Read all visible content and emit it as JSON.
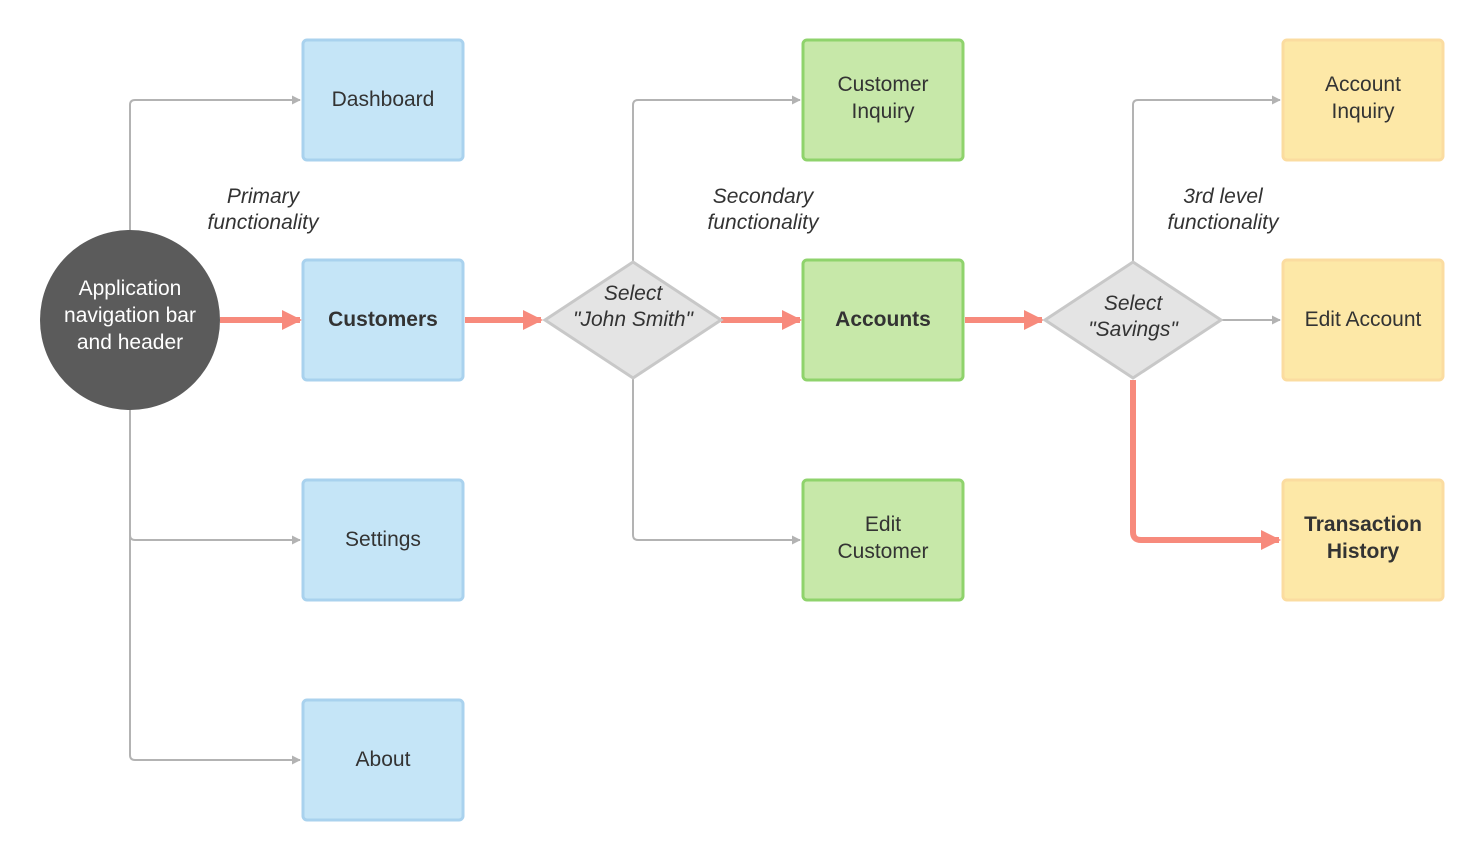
{
  "colors": {
    "primary_fill": "#c5e5f7",
    "secondary_fill": "#c7e8a9",
    "tertiary_fill": "#fde8a7",
    "decision_fill": "#e4e4e4",
    "hub_fill": "#5b5b5b",
    "highlight_path": "#f78a7c",
    "connector": "#b3b3b3"
  },
  "hub": {
    "lines": [
      "Application",
      "navigation bar",
      "and header"
    ]
  },
  "primary": {
    "label_lines": [
      "Primary",
      "functionality"
    ],
    "dashboard": "Dashboard",
    "customers": "Customers",
    "settings": "Settings",
    "about": "About"
  },
  "decision1": {
    "lines": [
      "Select",
      "\"John Smith\""
    ]
  },
  "secondary": {
    "label_lines": [
      "Secondary",
      "functionality"
    ],
    "customer_inquiry": [
      "Customer",
      "Inquiry"
    ],
    "accounts": "Accounts",
    "edit_customer": [
      "Edit",
      "Customer"
    ]
  },
  "decision2": {
    "lines": [
      "Select",
      "\"Savings\""
    ]
  },
  "tertiary": {
    "label_lines": [
      "3rd level",
      "functionality"
    ],
    "account_inquiry": [
      "Account",
      "Inquiry"
    ],
    "edit_account": "Edit Account",
    "transaction_history": [
      "Transaction",
      "History"
    ]
  }
}
